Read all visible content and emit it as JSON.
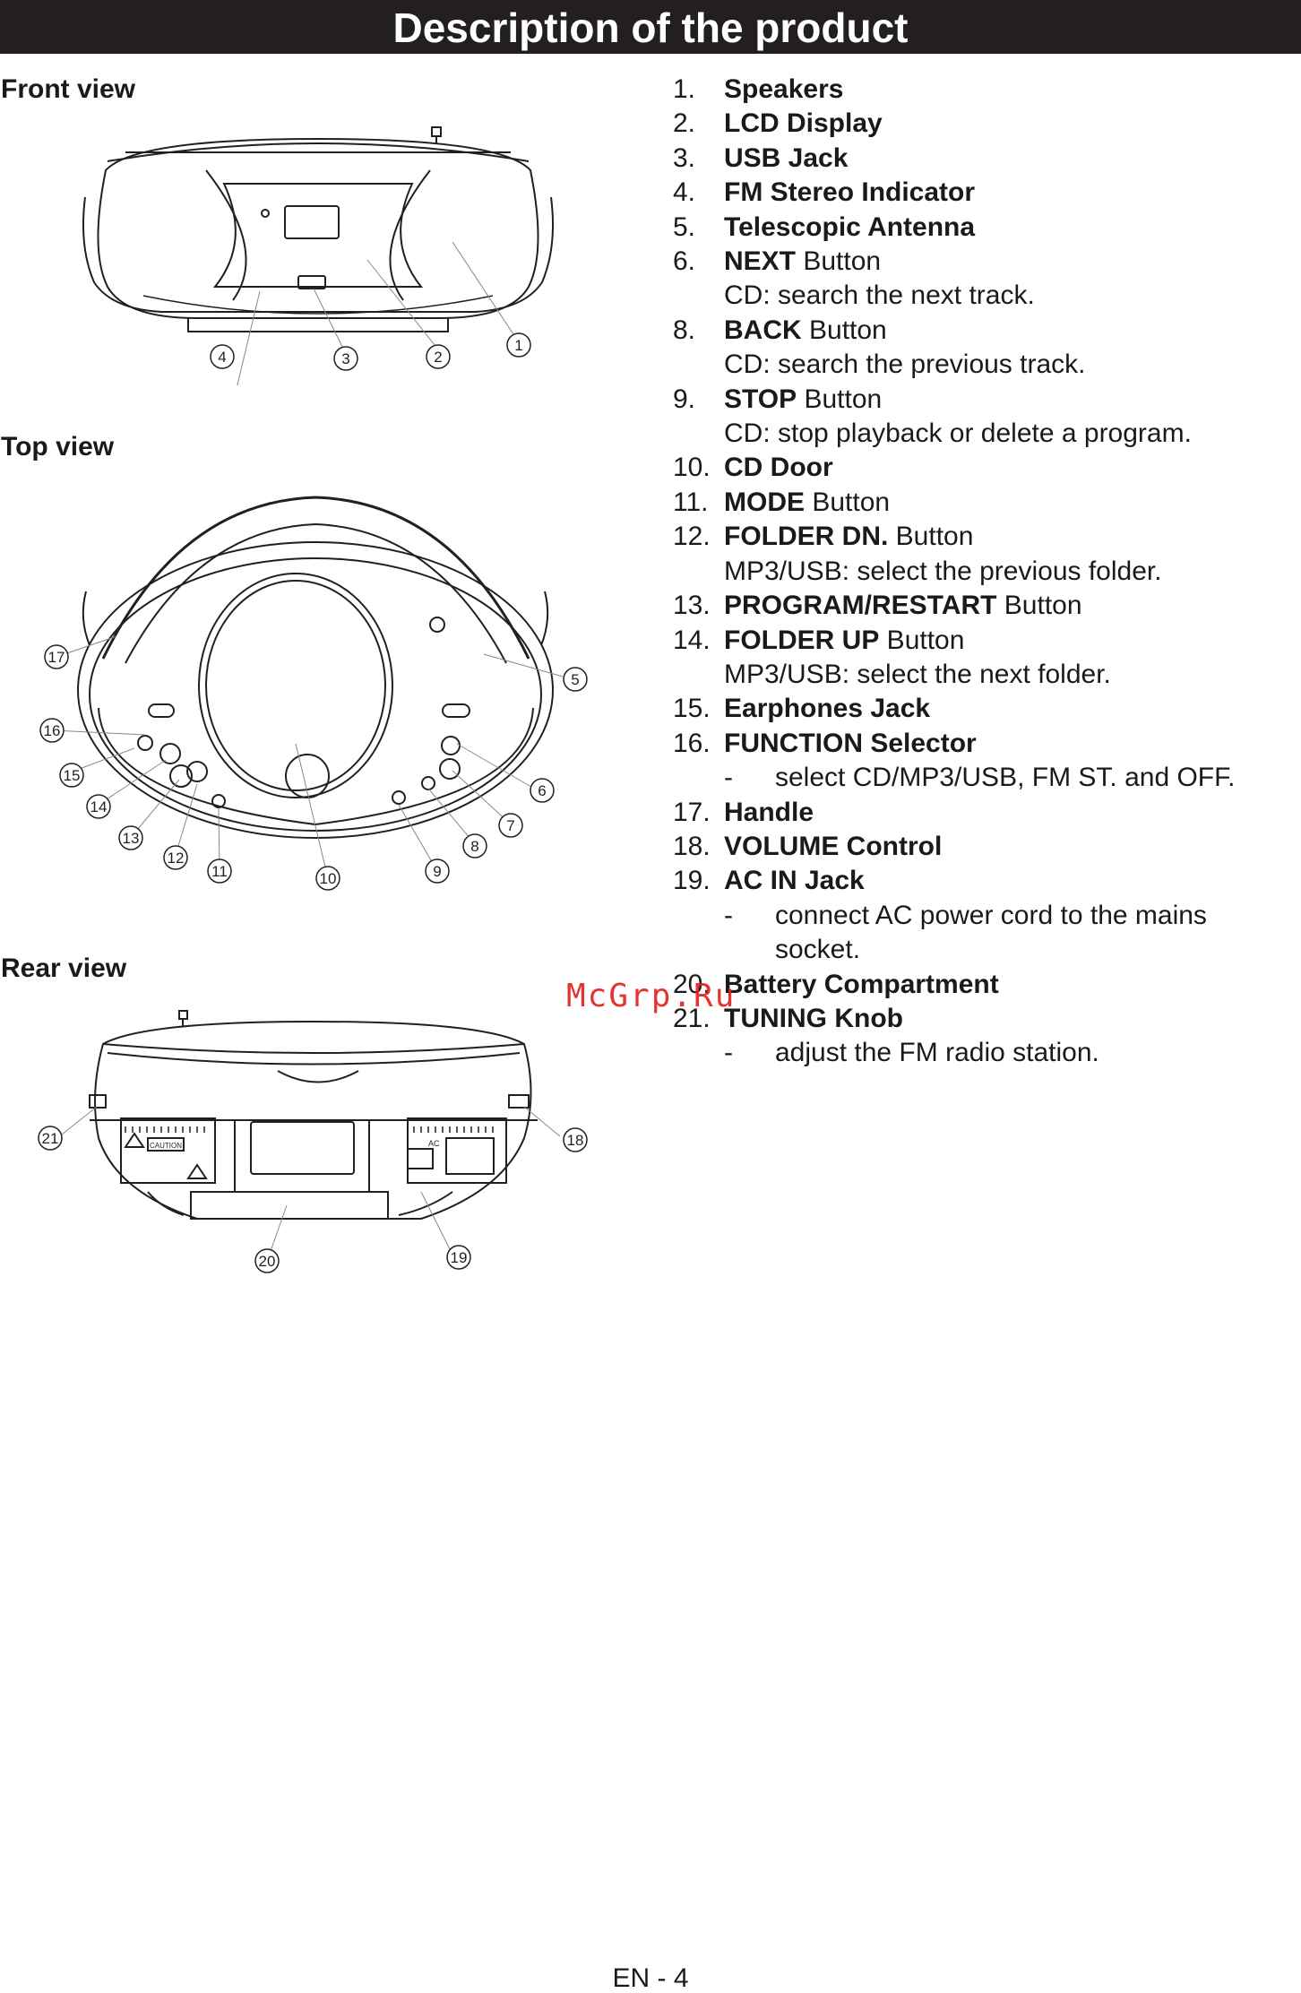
{
  "title": "Description of the product",
  "sections": {
    "front": "Front view",
    "top": "Top view",
    "rear": "Rear view"
  },
  "diagrams": {
    "front_callouts": [
      "4",
      "3",
      "2",
      "1"
    ],
    "top_callouts": [
      "17",
      "16",
      "15",
      "14",
      "13",
      "12",
      "11",
      "10",
      "9",
      "8",
      "7",
      "6",
      "5"
    ],
    "rear_callouts": [
      "21",
      "20",
      "19",
      "18"
    ],
    "caution_label": "CAUTION",
    "ac_label": "AC"
  },
  "parts": [
    {
      "num": "1.",
      "name": "Speakers",
      "suffix": ""
    },
    {
      "num": "2.",
      "name": "LCD Display",
      "suffix": ""
    },
    {
      "num": "3.",
      "name": "USB Jack",
      "suffix": ""
    },
    {
      "num": "4.",
      "name": "FM Stereo Indicator",
      "suffix": ""
    },
    {
      "num": "5.",
      "name": "Telescopic Antenna",
      "suffix": ""
    },
    {
      "num": "6.",
      "name": "NEXT",
      "suffix": " Button",
      "desc": "CD: search the next track."
    },
    {
      "num": "8.",
      "name": "BACK",
      "suffix": " Button",
      "desc": "CD: search the previous track."
    },
    {
      "num": "9.",
      "name": "STOP",
      "suffix": " Button",
      "desc": "CD: stop playback or delete a program."
    },
    {
      "num": "10.",
      "name": "CD Door",
      "suffix": ""
    },
    {
      "num": "11.",
      "name": "MODE",
      "suffix": " Button"
    },
    {
      "num": "12.",
      "name": "FOLDER DN.",
      "suffix": " Button",
      "desc": "MP3/USB: select the previous folder."
    },
    {
      "num": "13.",
      "name": "PROGRAM/RESTART",
      "suffix": " Button"
    },
    {
      "num": "14.",
      "name": "FOLDER UP",
      "suffix": " Button",
      "desc": "MP3/USB: select the next folder."
    },
    {
      "num": "15.",
      "name": "Earphones Jack",
      "suffix": ""
    },
    {
      "num": "16.",
      "name": "FUNCTION Selector",
      "suffix": "",
      "dash": "select CD/MP3/USB, FM ST. and OFF."
    },
    {
      "num": "17.",
      "name": "Handle",
      "suffix": ""
    },
    {
      "num": "18.",
      "name": "VOLUME Control",
      "suffix": ""
    },
    {
      "num": "19.",
      "name": "AC IN Jack",
      "suffix": "",
      "dash": "connect AC power cord to the mains socket."
    },
    {
      "num": "20.",
      "name": "Battery Compartment",
      "suffix": ""
    },
    {
      "num": "21.",
      "name": "TUNING Knob",
      "suffix": "",
      "dash": "adjust the FM radio station."
    }
  ],
  "watermark": "McGrp.Ru",
  "footer": "EN - 4"
}
